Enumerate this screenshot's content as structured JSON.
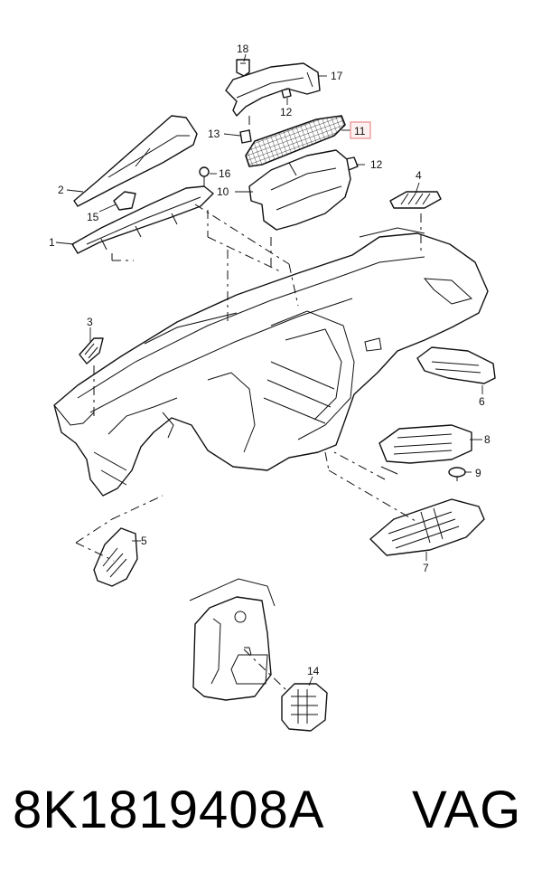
{
  "callouts": {
    "c1": "1",
    "c2": "2",
    "c3": "3",
    "c4": "4",
    "c5": "5",
    "c6": "6",
    "c7": "7",
    "c8": "8",
    "c9": "9",
    "c10": "10",
    "c11": "11",
    "c12a": "12",
    "c12b": "12",
    "c13": "13",
    "c14": "14",
    "c15": "15",
    "c16": "16",
    "c17": "17",
    "c18": "18"
  },
  "highlight_color": "#e98a8a",
  "footer": {
    "part_number": "8K1819408A",
    "brand": "VAG"
  }
}
